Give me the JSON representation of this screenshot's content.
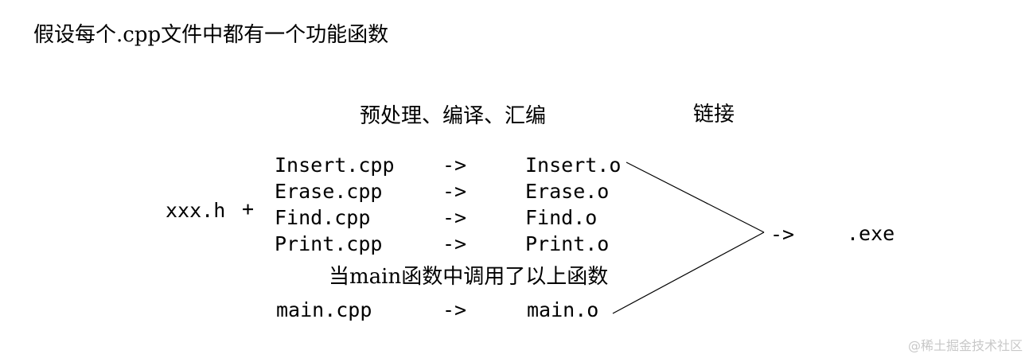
{
  "heading": "假设每个.cpp文件中都有一个功能函数",
  "stages": {
    "compile": "预处理、编译、汇编",
    "link": "链接"
  },
  "header_file": "xxx.h",
  "plus": "+",
  "arrow": "->",
  "files": [
    {
      "source": "Insert.cpp",
      "object": "Insert.o"
    },
    {
      "source": "Erase.cpp",
      "object": "Erase.o"
    },
    {
      "source": "Find.cpp",
      "object": "Find.o"
    },
    {
      "source": "Print.cpp",
      "object": "Print.o"
    }
  ],
  "main_note": "当main函数中调用了以上函数",
  "main_file": {
    "source": "main.cpp",
    "object": "main.o"
  },
  "output": ".exe",
  "watermark": "@稀土掘金技术社区"
}
